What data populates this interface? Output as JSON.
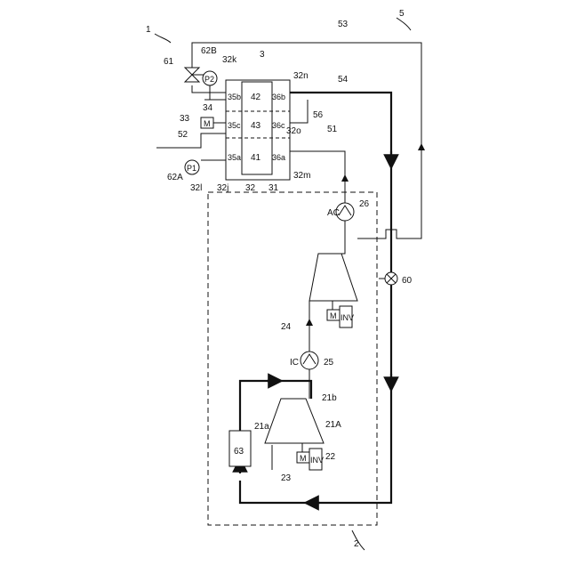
{
  "labels": {
    "system": "1",
    "unit": "2",
    "tank": "3",
    "line5": "5",
    "comp_first": "21A",
    "comp_first_in": "21a",
    "comp_first_out": "21b",
    "inv_first_num": "22",
    "motor_first_num": "23",
    "pipe24": "24",
    "ic_num": "25",
    "ac_num": "26",
    "p31": "31",
    "p32": "32",
    "p32j": "32j",
    "p32k": "32k",
    "p32l": "32l",
    "p32m": "32m",
    "p32n": "32n",
    "p32o": "32o",
    "motor33": "33",
    "p34": "34",
    "c35a": "35a",
    "c35b": "35b",
    "c35c": "35c",
    "c36a": "36a",
    "c36b": "36b",
    "c36c": "36c",
    "c41": "41",
    "c42": "42",
    "c43": "43",
    "pipe51": "51",
    "pipe52": "52",
    "pipe53": "53",
    "pipe54": "54",
    "p56": "56",
    "valve60": "60",
    "valve61": "61",
    "s62a": "62A",
    "s62b": "62B",
    "box63": "63",
    "p1": "P1",
    "p2": "P2",
    "m": "M",
    "inv": "INV",
    "ic": "IC",
    "ac": "AC"
  }
}
